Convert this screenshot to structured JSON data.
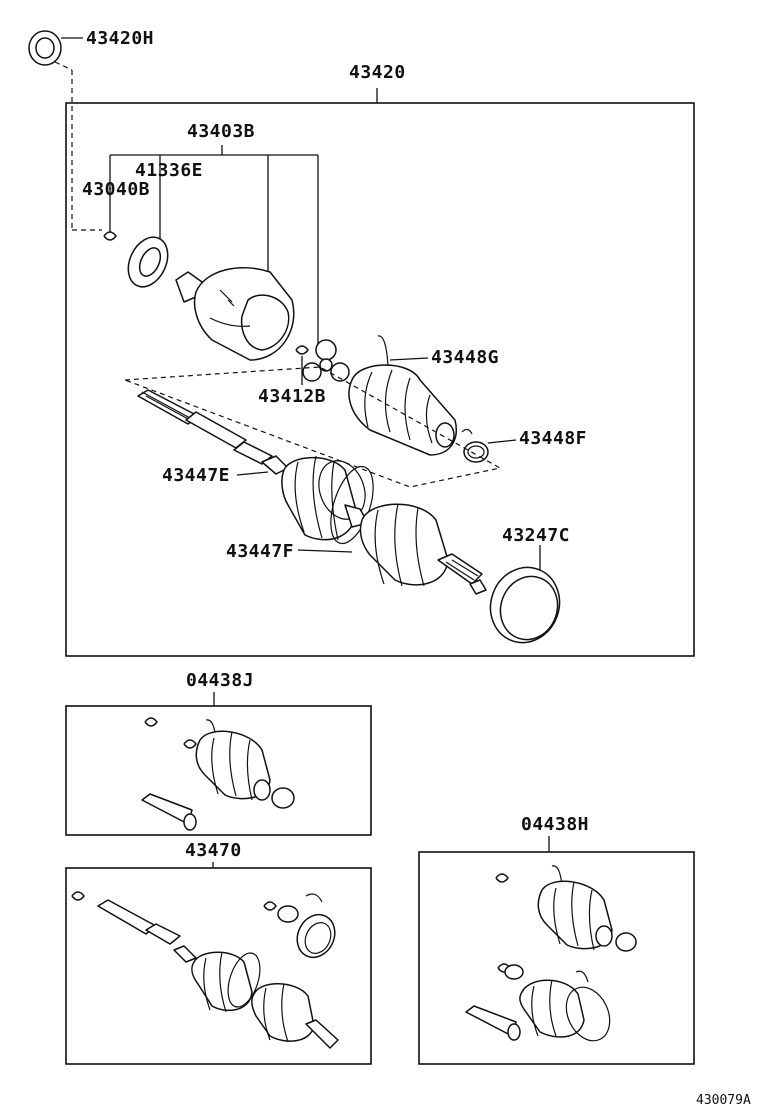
{
  "labels": {
    "p43420H": "43420H",
    "p43420": "43420",
    "p43403B": "43403B",
    "p41336E": "41336E",
    "p43040B": "43040B",
    "p43448G": "43448G",
    "p43412B": "43412B",
    "p43448F": "43448F",
    "p43447E": "43447E",
    "p43247C": "43247C",
    "p43447F": "43447F",
    "p04438J": "04438J",
    "p43470": "43470",
    "p04438H": "04438H"
  },
  "figure_id": "430079A"
}
